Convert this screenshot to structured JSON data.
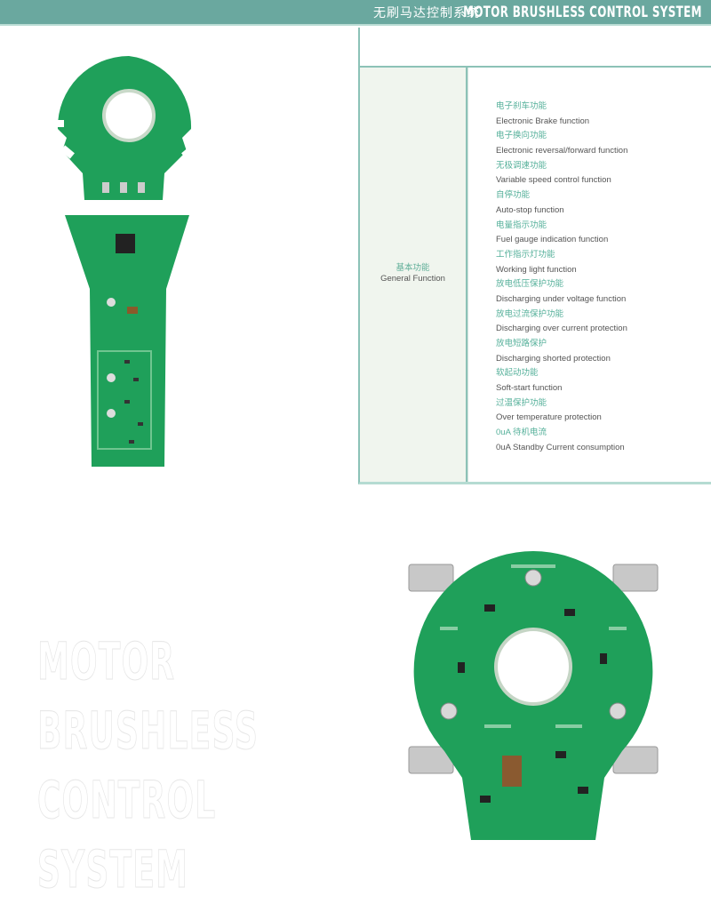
{
  "header": {
    "title_cn": "无刷马达控制系统",
    "title_en": "MOTOR BRUSHLESS CONTROL SYSTEM"
  },
  "table": {
    "category": {
      "cn": "基本功能",
      "en": "General Function"
    },
    "functions": [
      {
        "cn": "电子刹车功能",
        "en": "Electronic Brake function"
      },
      {
        "cn": "电子换向功能",
        "en": "Electronic reversal/forward function"
      },
      {
        "cn": "无极调速功能",
        "en": "Variable speed control function"
      },
      {
        "cn": "自停功能",
        "en": "Auto-stop function"
      },
      {
        "cn": "电量指示功能",
        "en": "Fuel gauge indication function"
      },
      {
        "cn": "工作指示灯功能",
        "en": "Working light function"
      },
      {
        "cn": "放电低压保护功能",
        "en": "Discharging under voltage function"
      },
      {
        "cn": "放电过流保护功能",
        "en": "Discharging over current protection"
      },
      {
        "cn": "放电短路保护",
        "en": "Discharging shorted protection"
      },
      {
        "cn": "软起动功能",
        "en": "Soft-start function"
      },
      {
        "cn": "过温保护功能",
        "en": "Over temperature protection"
      },
      {
        "cn": "0uA 待机电流",
        "en": "0uA Standby Current consumption"
      }
    ]
  },
  "watermark": [
    "MOTOR",
    "BRUSHLESS",
    "CONTROL",
    "SYSTEM"
  ],
  "colors": {
    "header": "#6aa89f",
    "pcb": "#1fa05a",
    "accent_text": "#55b09a"
  }
}
